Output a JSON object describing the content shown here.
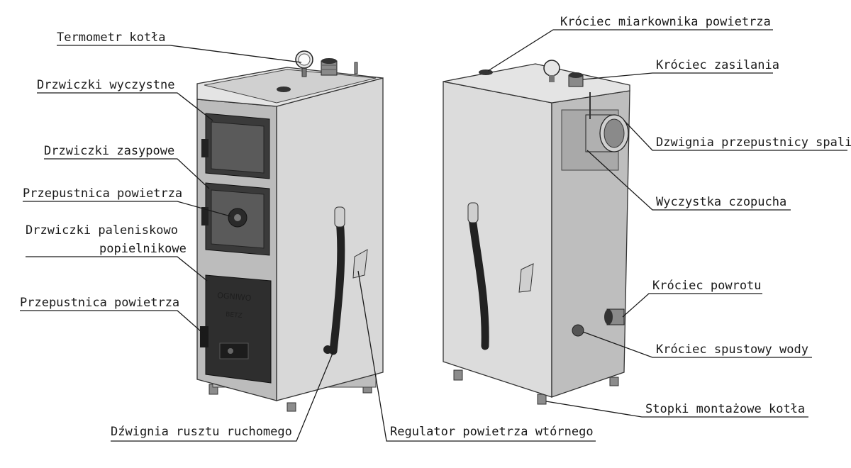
{
  "labels_left": [
    "Termometr kotła",
    "Drzwiczki wyczystne",
    "Drzwiczki zasypowe",
    "Przepustnica powietrza",
    "Drzwiczki paleniskowo",
    "popielnikowe",
    "Przepustnica powietrza",
    "Dźwignia rusztu ruchomego",
    "Regulator powietrza wtórnego"
  ],
  "labels_right": [
    "Króciec miarkownika powietrza",
    "Króciec zasilania",
    "Dzwignia przepustnicy spalin",
    "Wyczystka czopucha",
    "Króciec powrotu",
    "Króciec spustowy wody",
    "Stopki montażowe kotła"
  ],
  "boiler_marking": [
    "OGNIWO",
    "BETZ"
  ],
  "colors": {
    "line": "#1a1a1a",
    "steel_light": "#d7d7d7",
    "steel_mid": "#c4c4c4",
    "steel_dark": "#9a9a9a",
    "cast_iron": "#2e2e2e"
  }
}
